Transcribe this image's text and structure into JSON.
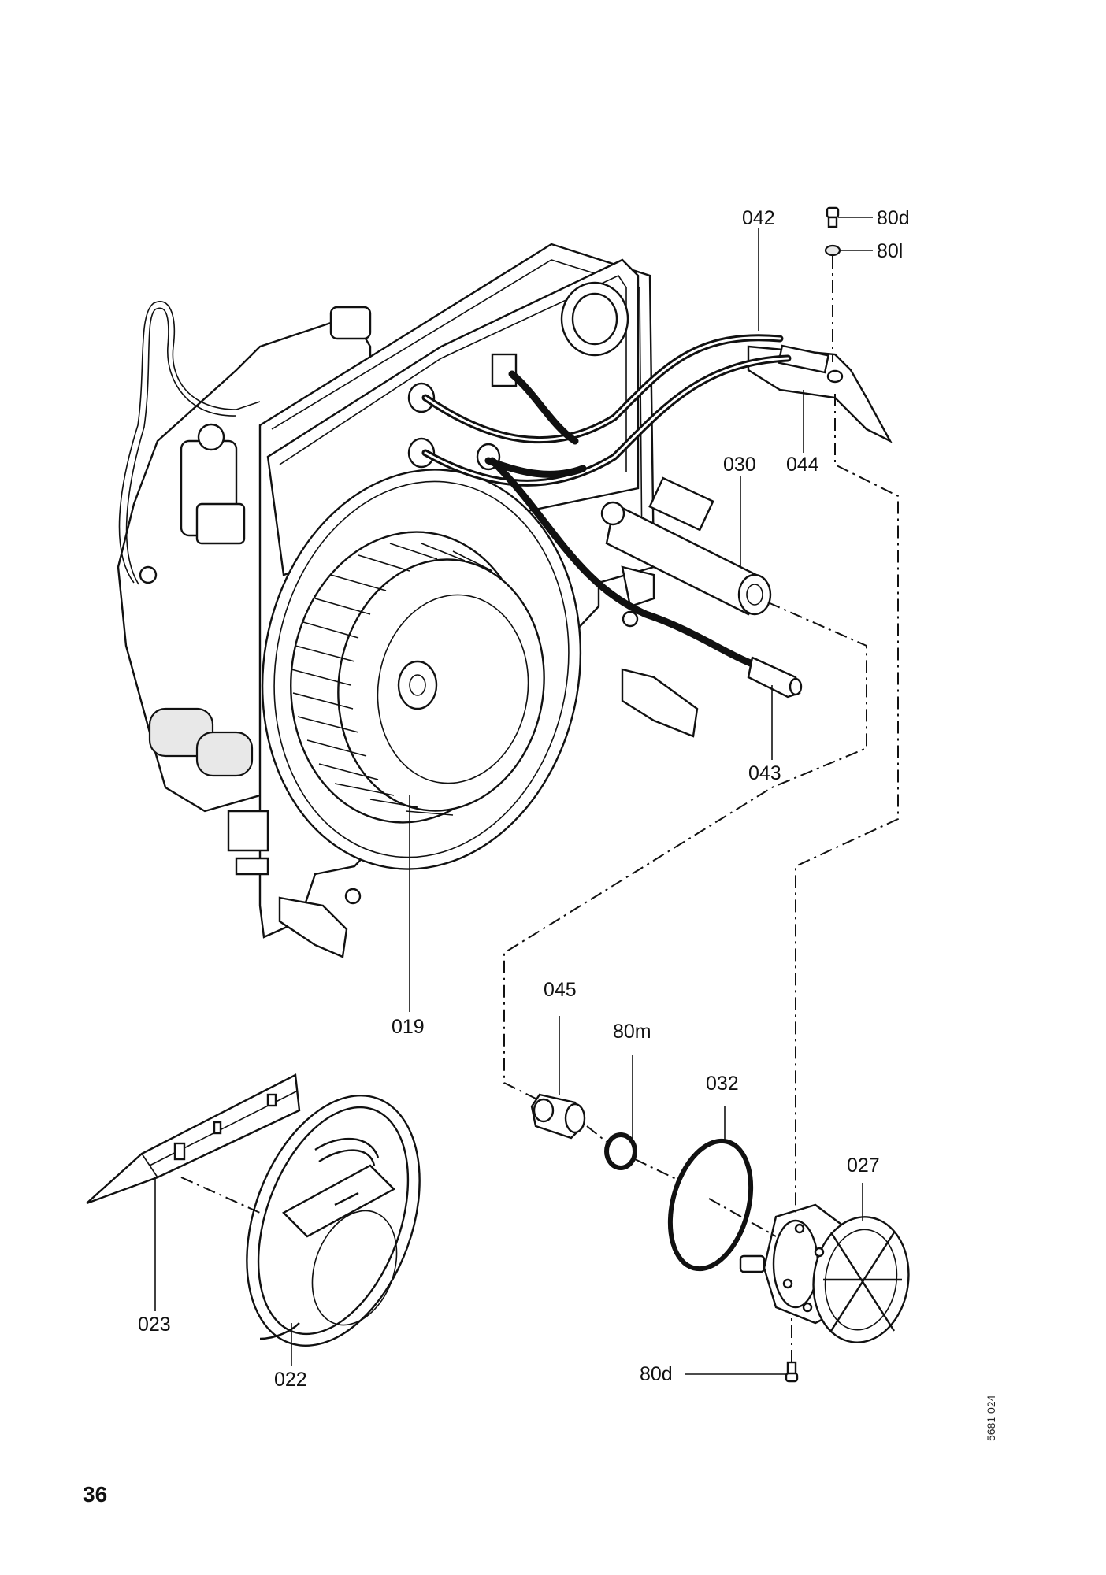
{
  "page_number": "36",
  "document_reference": "5681 024",
  "labels": {
    "p042": "042",
    "p80d_top": "80d",
    "p80l": "80l",
    "p030": "030",
    "p044": "044",
    "p043": "043",
    "p019": "019",
    "p045": "045",
    "p80m": "80m",
    "p032": "032",
    "p027": "027",
    "p023": "023",
    "p022": "022",
    "p80d_bottom": "80d"
  }
}
